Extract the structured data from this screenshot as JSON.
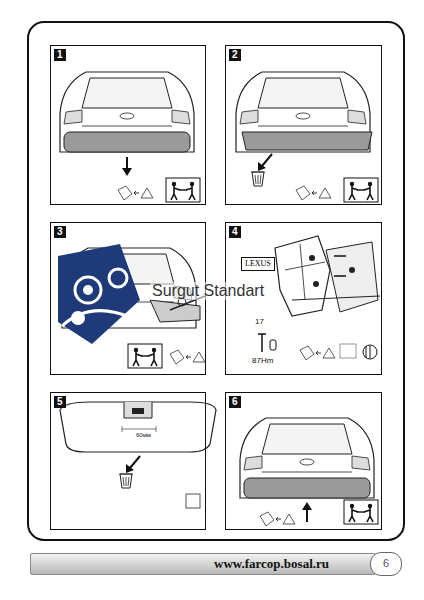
{
  "diagram": {
    "nodes": [
      {
        "text": [
          "1"
        ]
      },
      {
        "text": [
          "2"
        ]
      },
      {
        "text": [
          "3"
        ]
      },
      {
        "text": [
          "4"
        ]
      },
      {
        "text": [
          "LEXUS"
        ],
        "in": 3
      },
      {
        "text": [
          "5"
        ]
      },
      {
        "text": [
          "6"
        ]
      },
      {
        "text": [
          "www.farcop.bosal.ru"
        ]
      },
      {
        "text": [
          "6"
        ]
      }
    ],
    "labels": [
      "Surgut Standart",
      "17",
      "87Hm",
      "60мм"
    ]
  }
}
